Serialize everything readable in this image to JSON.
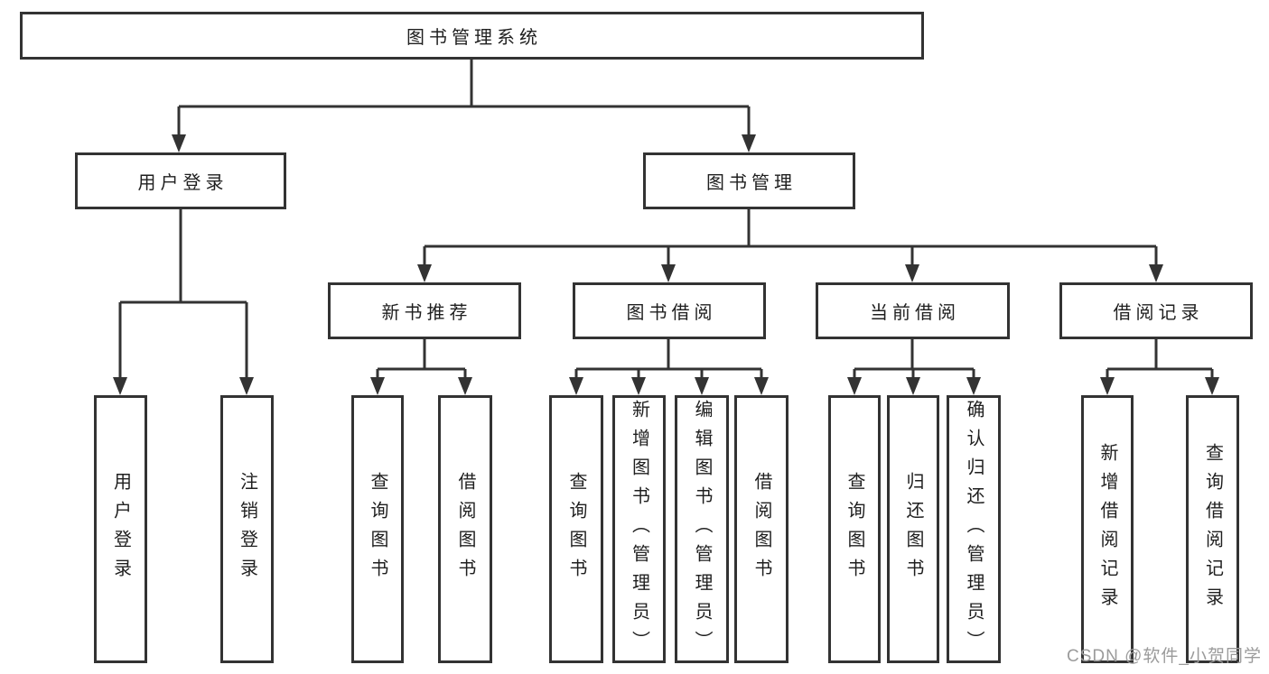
{
  "diagram": {
    "tree": {
      "label": "图书管理系统",
      "children": [
        {
          "label": "用户登录",
          "children": [
            {
              "label": "用户登录"
            },
            {
              "label": "注销登录"
            }
          ]
        },
        {
          "label": "图书管理",
          "children": [
            {
              "label": "新书推荐",
              "children": [
                {
                  "label": "查询图书"
                },
                {
                  "label": "借阅图书"
                }
              ]
            },
            {
              "label": "图书借阅",
              "children": [
                {
                  "label": "查询图书"
                },
                {
                  "label": "新增图书（管理员）"
                },
                {
                  "label": "编辑图书（管理员）"
                },
                {
                  "label": "借阅图书"
                }
              ]
            },
            {
              "label": "当前借阅",
              "children": [
                {
                  "label": "查询图书"
                },
                {
                  "label": "归还图书"
                },
                {
                  "label": "确认归还（管理员）"
                }
              ]
            },
            {
              "label": "借阅记录",
              "children": [
                {
                  "label": "新增借阅记录"
                },
                {
                  "label": "查询借阅记录"
                }
              ]
            }
          ]
        }
      ]
    },
    "watermark": "CSDN @软件_小贺同学",
    "colors": {
      "line": "#333333",
      "text": "#1f1f1f",
      "watermark": "#9b9b9b",
      "background": "#ffffff"
    }
  }
}
